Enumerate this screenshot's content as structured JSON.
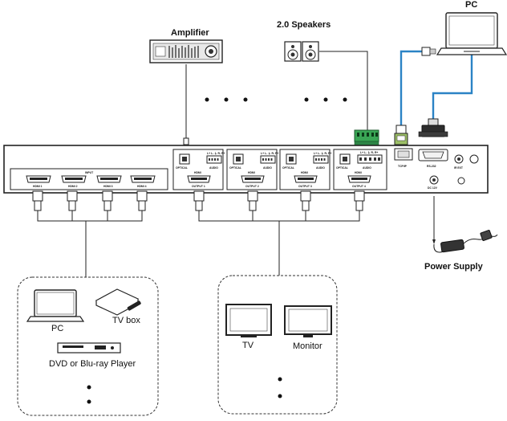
{
  "labels": {
    "amplifier": "Amplifier",
    "speakers": "2.0 Speakers",
    "pc_top": "PC",
    "power_supply": "Power Supply",
    "pc_source": "PC",
    "tv_box": "TV box",
    "dvd": "DVD or Blu-ray Player",
    "tv": "TV",
    "monitor": "Monitor"
  },
  "panel": {
    "input_title": "INPUT",
    "hdmi_inputs": [
      "HDMI 1",
      "HDMI 2",
      "HDMI 3",
      "HDMI 4"
    ],
    "outputs": [
      {
        "hdmi": "HDMI",
        "port": "OUTPUT 1",
        "optical": "OPTICAL",
        "audio": "AUDIO"
      },
      {
        "hdmi": "HDMI",
        "port": "OUTPUT 2",
        "optical": "OPTICAL",
        "audio": "AUDIO"
      },
      {
        "hdmi": "HDMI",
        "port": "OUTPUT 3",
        "optical": "OPTICAL",
        "audio": "AUDIO"
      },
      {
        "hdmi": "HDMI",
        "port": "OUTPUT 4",
        "optical": "OPTICAL",
        "audio": "AUDIO"
      }
    ],
    "audio_pins": "L+ L- ⏚ R- R+",
    "tcpip": "TCP/IP",
    "rs232": "RS-232",
    "ir_ext": "IR EXT",
    "dc": "DC 12V"
  },
  "colors": {
    "network_cable": "#2b83c5",
    "outline": "#222222",
    "terminal": "#3aa655"
  }
}
